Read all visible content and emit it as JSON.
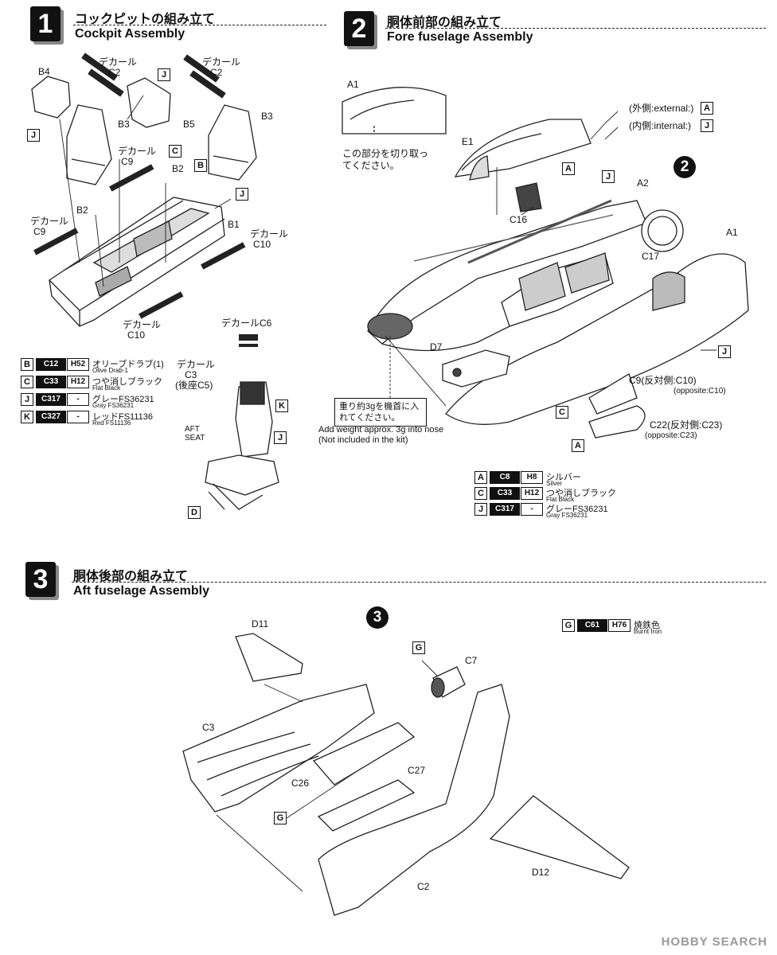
{
  "steps": [
    {
      "num": "1",
      "title_jp": "コックピットの組み立て",
      "title_en": "Cockpit Assembly"
    },
    {
      "num": "2",
      "title_jp": "胴体前部の組み立て",
      "title_en": "Fore fuselage Assembly"
    },
    {
      "num": "3",
      "title_jp": "胴体後部の組み立て",
      "title_en": "Aft fuselage Assembly"
    }
  ],
  "step1": {
    "parts": {
      "b4": "B4",
      "b3a": "B3",
      "b3b": "B3",
      "b5": "B5",
      "b2a": "B2",
      "b2b": "B2",
      "b1": "B1",
      "d": "D"
    },
    "decals": {
      "c2a_jp": "デカール",
      "c2a": "C2",
      "c2b_jp": "デカール",
      "c2b": "C2",
      "c9a_jp": "デカール",
      "c9a": "C9",
      "c9b_jp": "デカール",
      "c9b": "C9",
      "c10a_jp": "デカール",
      "c10a": "C10",
      "c10b_jp": "デカール",
      "c10b": "C10",
      "c6": "デカールC6",
      "c3_jp": "デカール",
      "c3": "C3",
      "c3_note": "(後座C5)"
    },
    "callouts": {
      "j1": "J",
      "j2": "J",
      "j3": "J",
      "j4": "J",
      "c1": "C",
      "b1": "B",
      "k1": "K"
    },
    "seat_text": "AFT SEAT",
    "legend": [
      {
        "key": "B",
        "code": "C12",
        "h": "H52",
        "jp": "オリーブドラブ(1)",
        "en": "Olive Drab-1"
      },
      {
        "key": "C",
        "code": "C33",
        "h": "H12",
        "jp": "つや消しブラック",
        "en": "Flat Black"
      },
      {
        "key": "J",
        "code": "C317",
        "h": "-",
        "jp": "グレーFS36231",
        "en": "Gray FS36231"
      },
      {
        "key": "K",
        "code": "C327",
        "h": "-",
        "jp": "レッドFS11136",
        "en": "Red FS11136"
      }
    ]
  },
  "step2": {
    "circle": "2",
    "parts": {
      "a1": "A1",
      "e1": "E1",
      "a2": "A2",
      "c16": "C16",
      "c17": "C17",
      "a1b": "A1",
      "d7": "D7",
      "c9": "C9(反対側:C10)",
      "c9_en": "(opposite:C10)",
      "c22": "C22(反対側:C23)",
      "c22_en": "(opposite:C23)"
    },
    "cut_note": "この部分を切り取ってください。",
    "external": "(外側:external:)",
    "internal": "(内側:internal:)",
    "callouts": {
      "a_ext": "A",
      "j_int": "J",
      "a1": "A",
      "j1": "J",
      "j2": "J",
      "c1": "C",
      "a2": "A"
    },
    "weight_note_jp": "重り約3gを機首に入れてください。",
    "weight_note_en": "Add weight approx. 3g into nose (Not included in the kit)",
    "legend": [
      {
        "key": "A",
        "code": "C8",
        "h": "H8",
        "jp": "シルバー",
        "en": "Silver"
      },
      {
        "key": "C",
        "code": "C33",
        "h": "H12",
        "jp": "つや消しブラック",
        "en": "Flat Black"
      },
      {
        "key": "J",
        "code": "C317",
        "h": "-",
        "jp": "グレーFS36231",
        "en": "Gray FS36231"
      }
    ]
  },
  "step3": {
    "circle": "3",
    "parts": {
      "d11": "D11",
      "c3": "C3",
      "c7": "C7",
      "c26": "C26",
      "c27": "C27",
      "c2": "C2",
      "d12": "D12"
    },
    "callouts": {
      "g1": "G",
      "g2": "G"
    },
    "legend": [
      {
        "key": "G",
        "code": "C61",
        "h": "H76",
        "jp": "焼鉄色",
        "en": "Burnt Iron"
      }
    ]
  },
  "watermark": "HOBBY SEARCH",
  "colors": {
    "ink": "#111111",
    "paper": "#ffffff"
  }
}
